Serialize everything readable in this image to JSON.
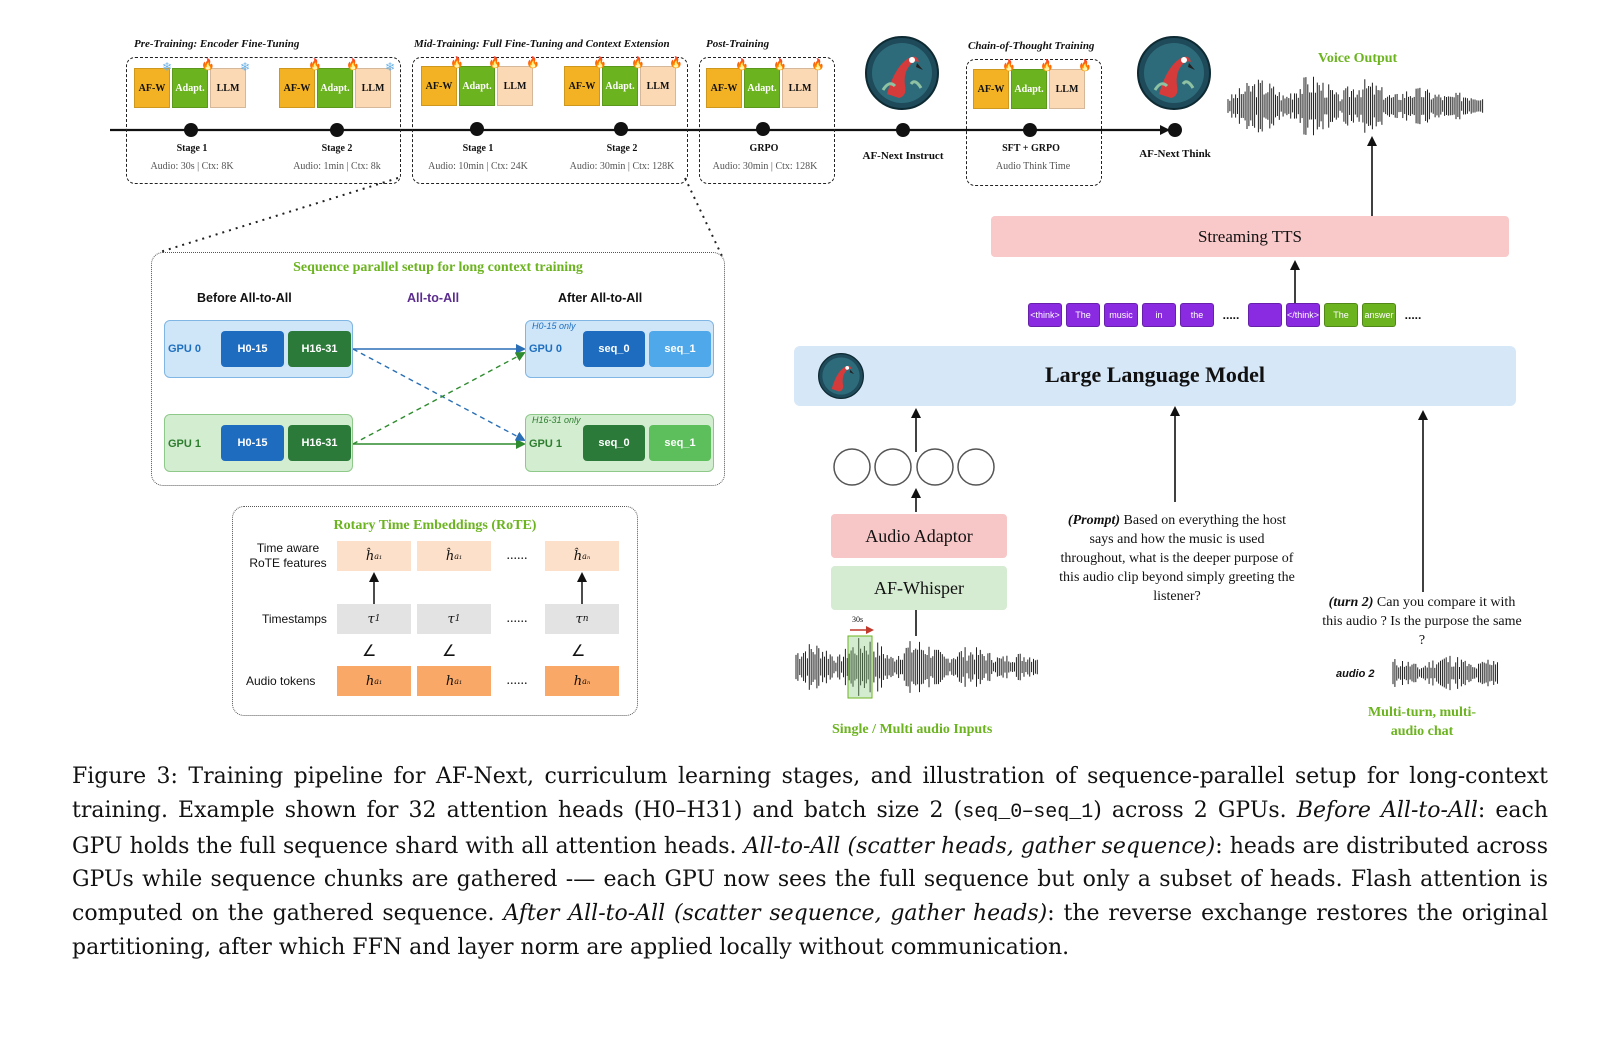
{
  "timeline": {
    "phases": [
      {
        "title": "Pre-Training: Encoder Fine-Tuning"
      },
      {
        "title": "Mid-Training: Full Fine-Tuning and Context Extension"
      },
      {
        "title": "Post-Training"
      },
      {
        "title": "Chain-of-Thought Training"
      }
    ],
    "block_labels": {
      "afw": "AF-W",
      "adapt": "Adapt.",
      "llm": "LLM"
    },
    "stages": [
      {
        "name": "Stage 1",
        "sub": "Audio: 30s | Ctx: 8K"
      },
      {
        "name": "Stage 2",
        "sub": "Audio: 1min | Ctx: 8k"
      },
      {
        "name": "Stage 1",
        "sub": "Audio: 10min | Ctx: 24K"
      },
      {
        "name": "Stage 2",
        "sub": "Audio: 30min | Ctx: 128K"
      },
      {
        "name": "GRPO",
        "sub": "Audio: 30min | Ctx: 128K"
      },
      {
        "name": "SFT + GRPO",
        "sub": "Audio Think Time"
      }
    ],
    "models": [
      "AF-Next Instruct",
      "AF-Next Think"
    ],
    "icons": {
      "trainable": "flame-icon",
      "frozen": "snowflake-icon",
      "mascot": "flamingo-logo-icon"
    }
  },
  "voice_output": {
    "label": "Voice Output",
    "tts": "Streaming TTS"
  },
  "tokens": {
    "items": [
      {
        "text": "<think>",
        "color": "#8a2be2"
      },
      {
        "text": "The",
        "color": "#8a2be2"
      },
      {
        "text": "music",
        "color": "#8a2be2"
      },
      {
        "text": "in",
        "color": "#8a2be2"
      },
      {
        "text": "the",
        "color": "#8a2be2"
      },
      {
        "text": ".....",
        "color": "none"
      },
      {
        "text": "",
        "color": "#8a2be2"
      },
      {
        "text": "</think>",
        "color": "#8a2be2"
      },
      {
        "text": "The",
        "color": "#6cb320"
      },
      {
        "text": "answer",
        "color": "#6cb320"
      },
      {
        "text": ".....",
        "color": "none"
      }
    ]
  },
  "llm": {
    "label": "Large Language Model"
  },
  "audio_path": {
    "adaptor": "Audio Adaptor",
    "whisper": "AF-Whisper",
    "window": "30s",
    "inputs_label": "Single / Multi audio Inputs"
  },
  "prompt": {
    "tag": "(Prompt)",
    "text": " Based on everything the host says and how the music is used throughout, what is the deeper purpose of this audio clip beyond simply greeting the listener?"
  },
  "turn2": {
    "tag": "(turn 2)",
    "text": " Can you compare it with this audio ? Is the purpose the same ?",
    "audio_label": "audio 2",
    "chat_label_1": "Multi-turn, multi-",
    "chat_label_2": "audio chat"
  },
  "seq_parallel": {
    "title": "Sequence parallel setup for long context training",
    "before": "Before All-to-All",
    "middle": "All-to-All",
    "after": "After All-to-All",
    "gpu0": "GPU 0",
    "gpu1": "GPU 1",
    "h_lo": "H0-15",
    "h_hi": "H16-31",
    "only0": "H0-15 only",
    "only1": "H16-31 only",
    "seq0": "seq_0",
    "seq1": "seq_1"
  },
  "rote": {
    "title": "Rotary Time Embeddings (RoTE)",
    "row1": "Time aware",
    "row1b": "RoTE features",
    "row2": "Timestamps",
    "row3": "Audio tokens",
    "dots": "......",
    "angle": "∠"
  },
  "caption": {
    "fig": "Figure 3:",
    "p1": " Training pipeline for AF-Next, curriculum learning stages, and illustration of sequence-parallel setup for long-context training. Example shown for 32 attention heads (H0–H31) and batch size 2 (",
    "code1": "seq_0",
    "dash": "–",
    "code2": "seq_1",
    "p2": ") across 2 GPUs. ",
    "i1": "Before All-to-All",
    "p3": ": each GPU holds the full sequence shard with all attention heads. ",
    "i2": "All-to-All (scatter heads, gather sequence)",
    "p4": ": heads are distributed across GPUs while sequence chunks are gathered -— each GPU now sees the full sequence but only a subset of heads. Flash attention is computed on the gathered sequence. ",
    "i3": "After All-to-All (scatter sequence, gather heads)",
    "p5": ": the reverse exchange restores the original partitioning, after which FFN and layer norm are applied locally without communication."
  }
}
